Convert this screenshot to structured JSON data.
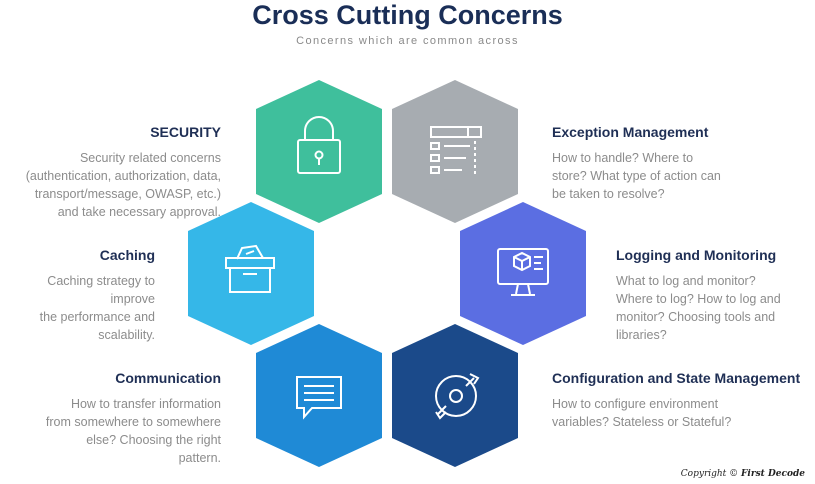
{
  "title": "Cross Cutting Concerns",
  "subtitle": "Concerns which are common across",
  "colors": {
    "security": "#3fbf9c",
    "exception": "#a7acb1",
    "caching": "#35b7e8",
    "logging": "#5b6ee2",
    "communication": "#1f8ad6",
    "configuration": "#1b4a8a"
  },
  "concerns": {
    "security": {
      "heading": "SECURITY",
      "description": "Security related concerns\n(authentication, authorization, data,\ntransport/message, OWASP,  etc.)\nand take necessary approval.",
      "icon": "padlock-icon"
    },
    "caching": {
      "heading": "Caching",
      "description": "Caching strategy to improve\nthe performance and\nscalability.",
      "icon": "storage-box-icon"
    },
    "communication": {
      "heading": "Communication",
      "description": "How to transfer information\nfrom somewhere to somewhere\nelse? Choosing the right\npattern.",
      "icon": "chat-bubble-icon"
    },
    "exception": {
      "heading": "Exception Management",
      "description": "How to handle? Where to\nstore? What type of action can\nbe taken to resolve?",
      "icon": "checklist-icon"
    },
    "logging": {
      "heading": "Logging and Monitoring",
      "description": "What to log and monitor?\nWhere to log? How to log and\nmonitor? Choosing tools and\nlibraries?",
      "icon": "monitor-icon"
    },
    "configuration": {
      "heading": "Configuration and State Management",
      "description": "How to configure environment\nvariables? Stateless or Stateful?",
      "icon": "wrench-gear-icon"
    }
  },
  "copyright": {
    "label": "Copyright ©",
    "brand": "First Decode"
  }
}
